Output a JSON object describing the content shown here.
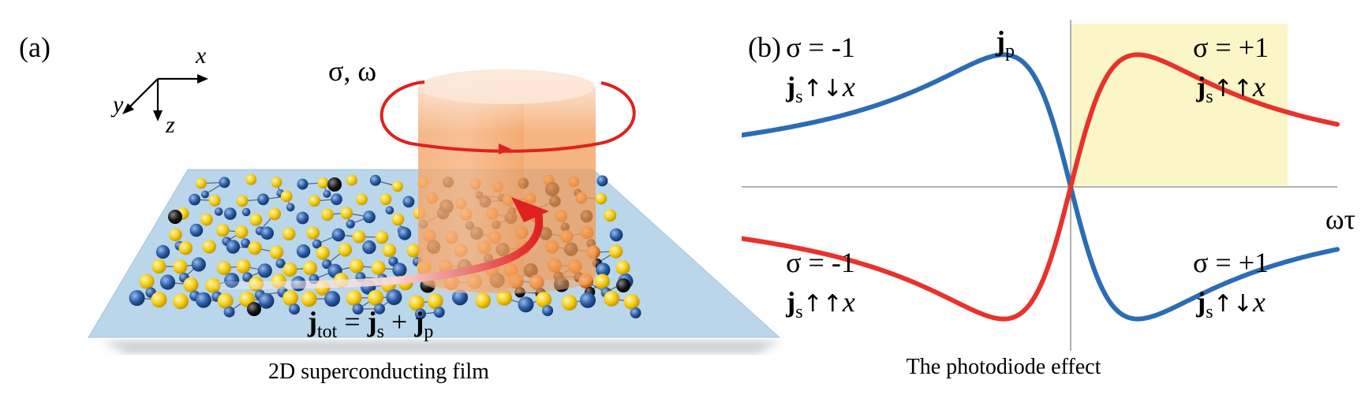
{
  "panel_a": {
    "label": "(a)",
    "axes": {
      "x": "x",
      "y": "y",
      "z": "z"
    },
    "light": {
      "text": "σ, ω"
    },
    "current_equation": {
      "j1": "j",
      "sub1": "tot",
      "eq": " = ",
      "j2": "j",
      "sub2": "s",
      "plus": " + ",
      "j3": "j",
      "sub3": "p"
    },
    "caption": "2D superconducting film",
    "colors": {
      "film": "#b9d6ea",
      "yellow_atom": "#f5cc12",
      "blue_atom": "#2a5da8",
      "black_atom": "#1a1a1a",
      "cylinder": "#f5a463",
      "orbit": "#e02020"
    }
  },
  "panel_b": {
    "label": "(b)",
    "y_axis_label": {
      "j": "j",
      "sub": "p"
    },
    "x_axis_label": "ωτ",
    "quadrants": {
      "top_left": {
        "sigma": "σ = -1",
        "j": "j",
        "sub": "s",
        "arrows": "↑↓",
        "x": "x"
      },
      "top_right": {
        "sigma": "σ = +1",
        "j": "j",
        "sub": "s",
        "arrows": "↑↑",
        "x": "x"
      },
      "bottom_left": {
        "sigma": "σ = -1",
        "j": "j",
        "sub": "s",
        "arrows": "↑↑",
        "x": "x"
      },
      "bottom_right": {
        "sigma": "σ = +1",
        "j": "j",
        "sub": "s",
        "arrows": "↑↓",
        "x": "x"
      }
    },
    "caption": "The photodiode effect",
    "colors": {
      "red": "#e8322c",
      "blue": "#2b6db5",
      "highlight": "#fbf6c8",
      "axis": "#999999"
    }
  }
}
